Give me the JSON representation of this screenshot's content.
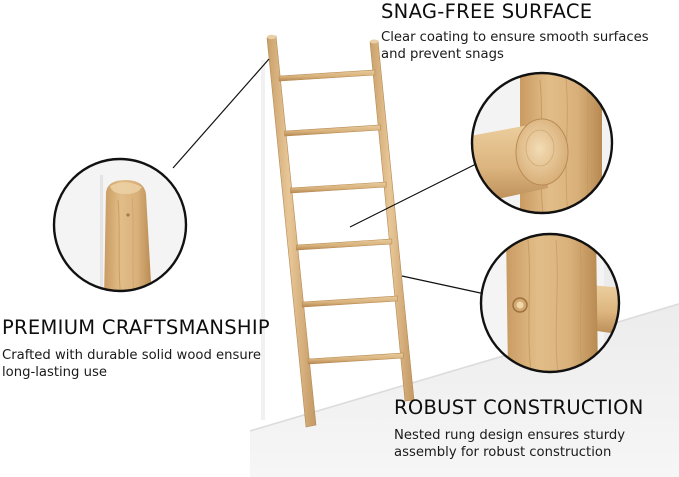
{
  "colors": {
    "wood_light": "#e8c797",
    "wood_mid": "#d4aa72",
    "wood_dark": "#b88a52",
    "circle_stroke": "#111111",
    "floor_shadow": "#e7e7e7"
  },
  "callouts": [
    {
      "title": "SNAG-FREE SURFACE",
      "text": "Clear coating to ensure smooth surfaces and prevent snags"
    },
    {
      "title": "PREMIUM CRAFTSMANSHIP",
      "text": "Crafted with durable solid wood ensure long-lasting use"
    },
    {
      "title": "ROBUST CONSTRUCTION",
      "text": "Nested rung design ensures sturdy assembly for robust construction"
    }
  ],
  "ladder": {
    "rung_count": 6
  }
}
